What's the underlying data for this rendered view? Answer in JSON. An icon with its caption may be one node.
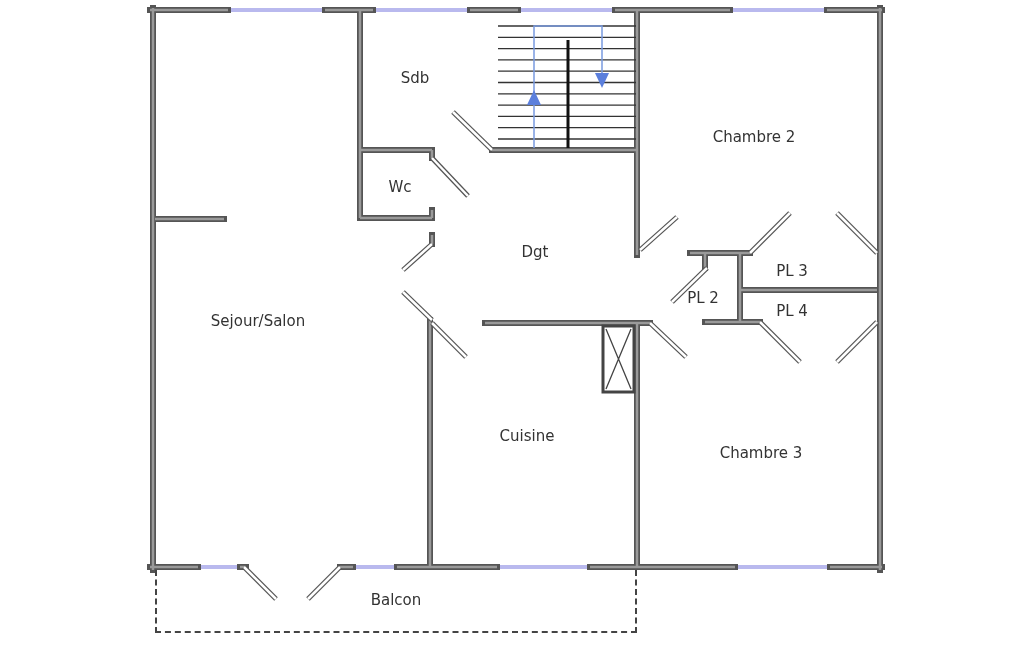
{
  "diagram": {
    "nodes": [
      {
        "text": [
          "Sdb"
        ]
      },
      {
        "text": [
          "Chambre 2"
        ]
      },
      {
        "text": [
          "Wc"
        ]
      },
      {
        "text": [
          "Dgt"
        ]
      },
      {
        "text": [
          "PL 3"
        ]
      },
      {
        "text": [
          "PL 2"
        ]
      },
      {
        "text": [
          "PL 4"
        ]
      },
      {
        "text": [
          "Sejour/Salon"
        ]
      },
      {
        "text": [
          "Cuisine"
        ]
      },
      {
        "text": [
          "Chambre 3"
        ]
      },
      {
        "text": [
          "Balcon"
        ]
      }
    ]
  }
}
